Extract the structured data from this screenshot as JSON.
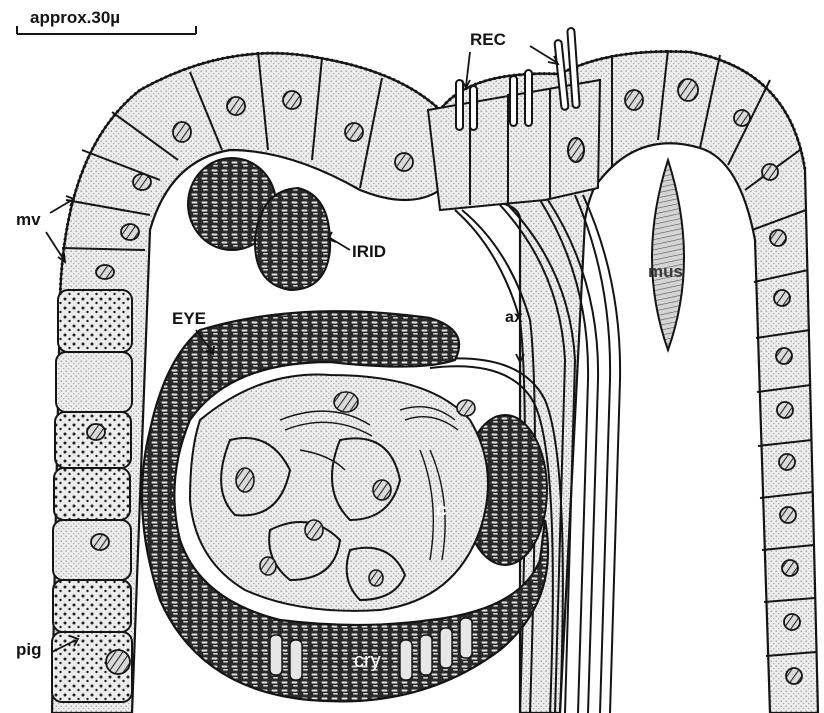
{
  "labels": {
    "scale_bar": "approx.30µ",
    "receptor": "REC",
    "iridophores": "IRID",
    "microvilli": "mv",
    "eye": "EYE",
    "axon": "ax",
    "muscle": "mus",
    "cell": "c",
    "crystalline": "cry",
    "pigment": "pig"
  },
  "colors": {
    "ink": "#141414",
    "stipple": "#dcdcdc",
    "dark_fill": "#3a3a3a",
    "paper": "#ffffff"
  }
}
